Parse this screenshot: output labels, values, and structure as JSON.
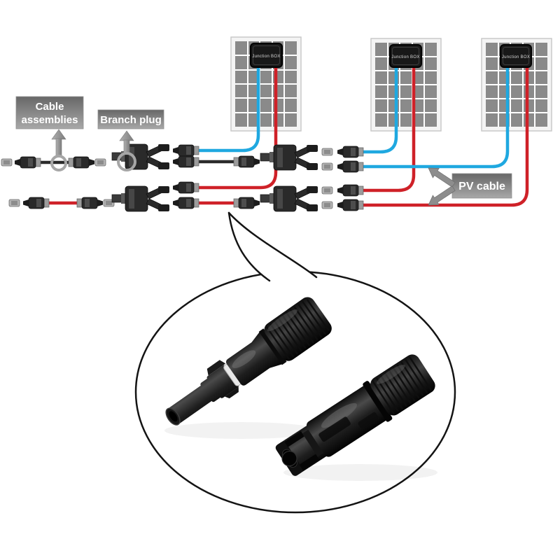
{
  "page": {
    "background_color": "#ffffff"
  },
  "wiring_diagram": {
    "labels": {
      "cable_assemblies_line1": "Cable",
      "cable_assemblies_line2": "assemblies",
      "branch_plug": "Branch plug",
      "pv_cable": "PV cable"
    },
    "panels": [
      {
        "label": "Junction BOX"
      },
      {
        "label": "Junction BOX"
      },
      {
        "label": "Junction BOX"
      }
    ],
    "colors": {
      "negative_cable_blue": "#1fa8e0",
      "positive_cable_red": "#cf2128",
      "black_cable": "#2b2b2b",
      "panel_cell_gray": "#8a8a8a",
      "label_box_top": "#696969",
      "label_box_bottom": "#a8a8a8",
      "arrow_gray": "#8d8d8d",
      "connector_black": "#262626"
    }
  },
  "callout": {
    "items": [
      {
        "name": "mc4-male-connector"
      },
      {
        "name": "mc4-female-connector"
      }
    ]
  }
}
